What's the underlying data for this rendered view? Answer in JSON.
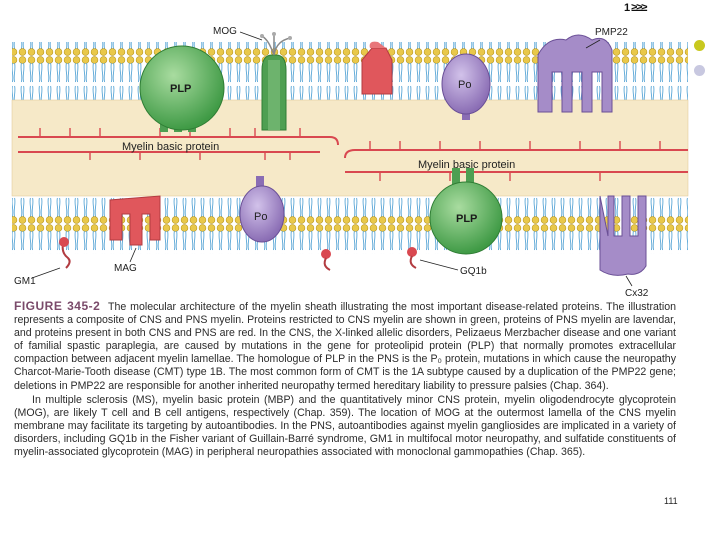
{
  "figure": {
    "labels": {
      "mog": "MOG",
      "pmp22": "PMP22",
      "plp_top": "PLP",
      "po_top": "Po",
      "mbp_top": "Myelin basic protein",
      "mbp_bottom": "Myelin basic protein",
      "po_bottom": "Po",
      "plp_bottom": "PLP",
      "gm1": "GM1",
      "mag": "MAG",
      "gq1b": "GQ1b",
      "cx32": "Cx32"
    },
    "colors": {
      "cns_green": "#6db36d",
      "pns_lavender": "#a58cc8",
      "both_red": "#e0575c",
      "lipid_head": "#e9c84a",
      "lipid_tail": "#5aa6d6",
      "cytoplasm": "#f6e9c8"
    }
  },
  "caption": {
    "figure_label": "FIGURE 345-2",
    "paragraph1": "The molecular architecture of the myelin sheath illustrating the most important disease-related proteins. The illustration represents a composite of CNS and PNS myelin. Proteins restricted to CNS myelin are shown in green, proteins of PNS myelin are lavendar, and proteins present in both CNS and PNS are red. In the CNS, the X-linked allelic disorders, Pelizaeus Merzbacher disease and one variant of familial spastic paraplegia, are caused by mutations in the gene for proteolipid protein (PLP) that normally promotes extracellular compaction between adjacent myelin lamellae. The homologue of PLP in the PNS is the P₀ protein, mutations in which cause the neuropathy Charcot-Marie-Tooth disease (CMT) type 1B. The most common form of CMT is the 1A subtype caused by a duplication of the PMP22 gene; deletions in PMP22 are responsible for another inherited neuropathy termed hereditary liability to pressure palsies (Chap. 364).",
    "paragraph2": "In multiple sclerosis (MS), myelin basic protein (MBP) and the quantitatively minor CNS protein, myelin oligodendrocyte glycoprotein (MOG), are likely T cell and B cell antigens, respectively (Chap. 359). The location of MOG at the outermost lamella of the CNS myelin membrane may facilitate its targeting by autoantibodies. In the PNS, autoantibodies against myelin gangliosides are implicated in a variety of disorders, including GQ1b in the Fisher variant of Guillain-Barré syndrome, GM1 in multifocal motor neuropathy, and sulfatide constituents of myelin-associated glycoprotein (MAG) in peripheral neuropathies associated with monoclonal gammopathies (Chap. 365)."
  },
  "page_number": "111",
  "slide_mark": "1 ≥≥≥",
  "bullets": {
    "top_color": "#c8c81e",
    "bottom_color": "#c8c8e0"
  }
}
